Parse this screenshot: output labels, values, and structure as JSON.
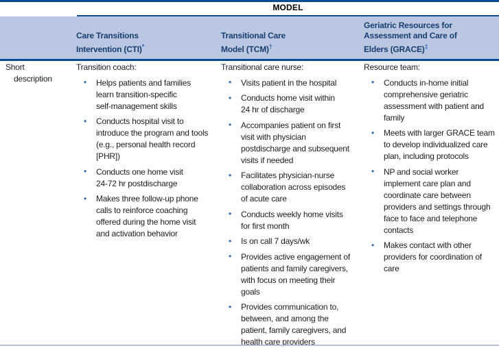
{
  "colors": {
    "navy_rule": "#0a4c93",
    "band_bg": "#b9c7e2",
    "header_text": "#1a3c6e",
    "bullet": "#2c62ac",
    "marker": "#2c62ac",
    "body_text": "#1c1c1c",
    "bottom_rule": "#b3bfd9"
  },
  "header": {
    "spanner": "MODEL",
    "columns": [
      {
        "title": "Care Transitions\nIntervention (CTI)",
        "marker": "*"
      },
      {
        "title": "Transitional Care\nModel (TCM)",
        "marker": "†"
      },
      {
        "title": "Geriatric Resources for\nAssessment and Care of\nElders (GRACE)",
        "marker": "‡"
      }
    ]
  },
  "body": {
    "row_label": {
      "line1": "Short",
      "line2": "description"
    },
    "columns": [
      {
        "lead": "Transition coach:",
        "bullets": [
          "Helps patients and families\nlearn transition-specific\nself-management skills",
          "Conducts hospital visit to\nintroduce the program and tools\n(e.g., personal health record\n[PHR])",
          "Conducts one home visit\n24-72 hr postdischarge",
          "Makes three follow-up phone\ncalls to reinforce coaching\noffered during the home visit\nand activation behavior"
        ]
      },
      {
        "lead": "Transitional care nurse:",
        "bullets": [
          "Visits patient in the hospital",
          "Conducts home visit within\n24 hr of discharge",
          "Accompanies patient on first\nvisit with physician\npostdischarge and subsequent\nvisits if needed",
          "Facilitates physician-nurse\ncollaboration across episodes\nof acute care",
          "Conducts weekly home visits\nfor first month",
          "Is on call 7 days/wk",
          "Provides active engagement of\npatients and family caregivers,\nwith focus on meeting their\ngoals",
          "Provides communication to,\nbetween, and among the\npatient, family caregivers, and\nhealth care providers"
        ]
      },
      {
        "lead": "Resource team:",
        "bullets": [
          "Conducts in-home initial\ncomprehensive geriatric\nassessment with patient and\nfamily",
          "Meets with larger GRACE team\nto develop individualized care\nplan, including protocols",
          "NP and social worker\nimplement care plan and\ncoordinate care between\nproviders and settings through\nface to face and telephone\ncontacts",
          "Makes contact with other\nproviders for coordination of\ncare"
        ]
      }
    ]
  }
}
